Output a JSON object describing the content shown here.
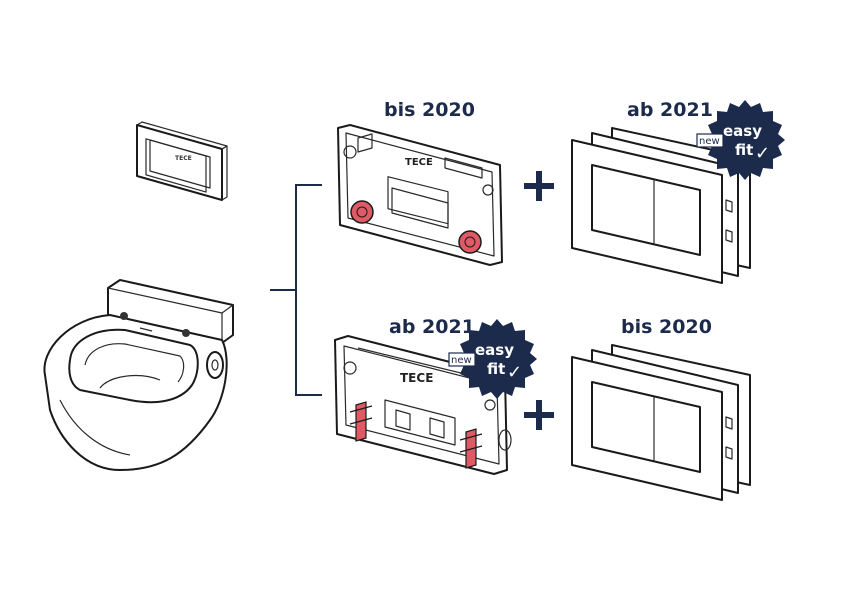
{
  "labels": {
    "top_panel": "bis 2020",
    "top_plate": "ab 2021",
    "bottom_panel": "ab 2021",
    "bottom_plate": "bis 2020"
  },
  "badge": {
    "new": "new",
    "easy": "easy",
    "fit": "fit",
    "check": "✓"
  },
  "brand": {
    "tece": "TECE"
  },
  "colors": {
    "navy": "#1c2b4c",
    "accent_red": "#e05a66",
    "line": "#1a1a1a"
  }
}
